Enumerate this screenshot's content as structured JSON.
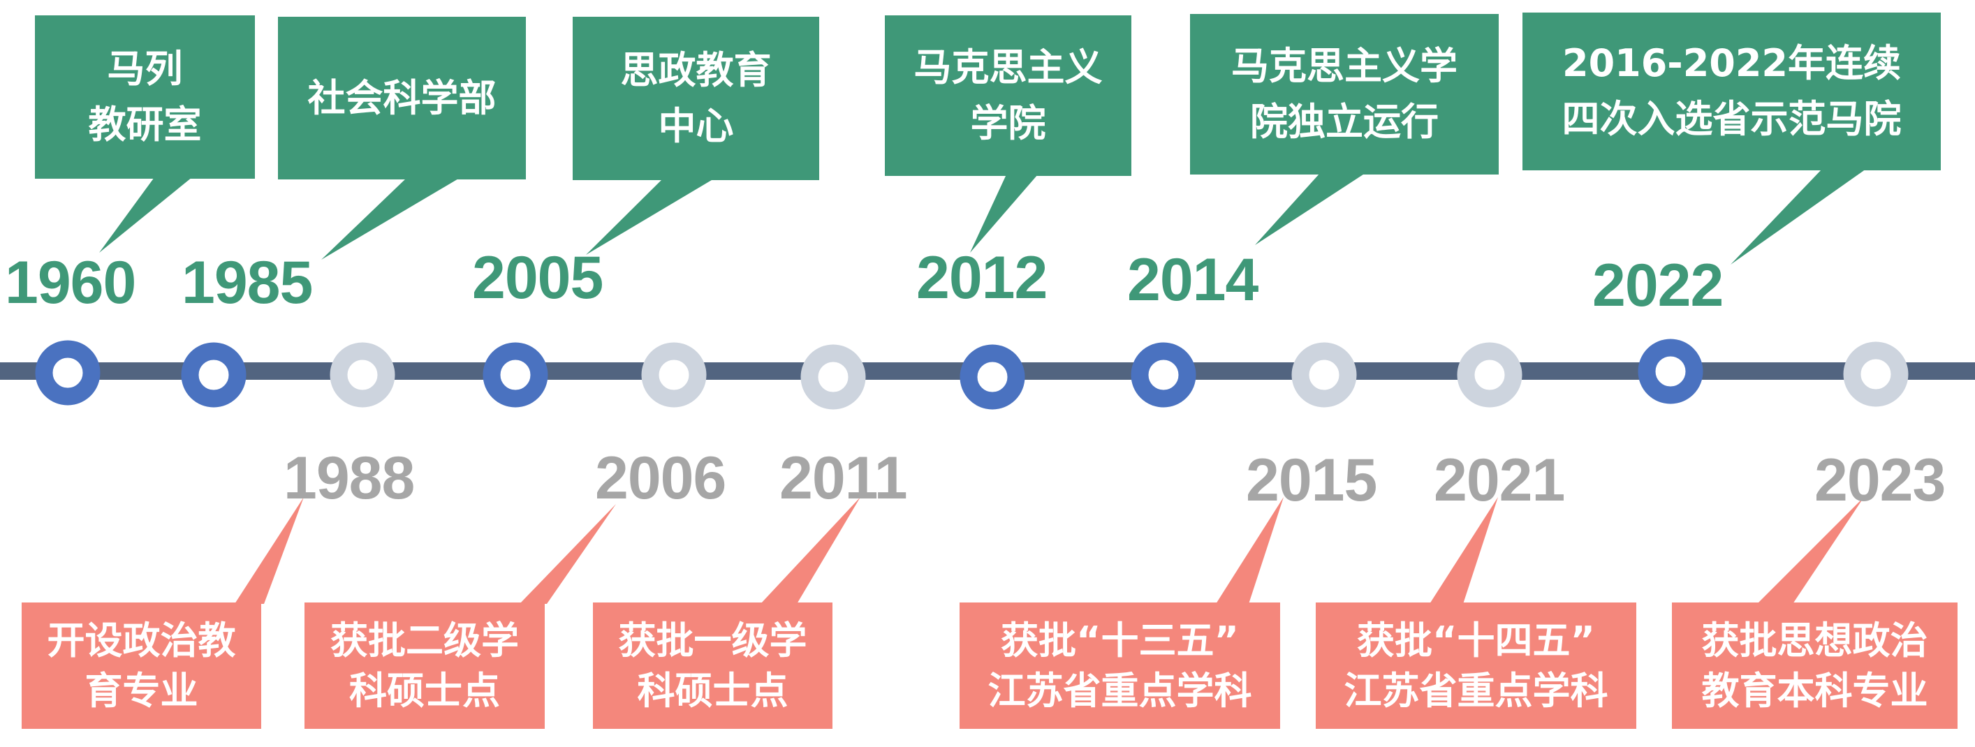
{
  "colors": {
    "top_event": "#3f9878",
    "bottom_event": "#f4877c",
    "axis": "#526480",
    "marker_major": "#4a72c0",
    "marker_minor": "#cdd4de",
    "year_minor": "#a6a6a6"
  },
  "top_events": [
    {
      "year": "1960",
      "lines": [
        "马列",
        "教研室"
      ]
    },
    {
      "year": "1985",
      "lines": [
        "社会科学部"
      ]
    },
    {
      "year": "2005",
      "lines": [
        "思政教育",
        "中心"
      ]
    },
    {
      "year": "2012",
      "lines": [
        "马克思主义",
        "学院"
      ]
    },
    {
      "year": "2014",
      "lines": [
        "马克思主义学",
        "院独立运行"
      ]
    },
    {
      "year": "2022",
      "lines": [
        "2016-2022年连续",
        "四次入选省示范马院"
      ]
    }
  ],
  "bottom_events": [
    {
      "year": "1988",
      "lines": [
        "开设政治教",
        "育专业"
      ]
    },
    {
      "year": "2006",
      "lines": [
        "获批二级学",
        "科硕士点"
      ]
    },
    {
      "year": "2011",
      "lines": [
        "获批一级学",
        "科硕士点"
      ]
    },
    {
      "year": "2015",
      "lines": [
        "获批“十三五”",
        "江苏省重点学科"
      ]
    },
    {
      "year": "2021",
      "lines": [
        "获批“十四五”",
        "江苏省重点学科"
      ]
    },
    {
      "year": "2023",
      "lines": [
        "获批思想政治",
        "教育本科专业"
      ]
    }
  ]
}
